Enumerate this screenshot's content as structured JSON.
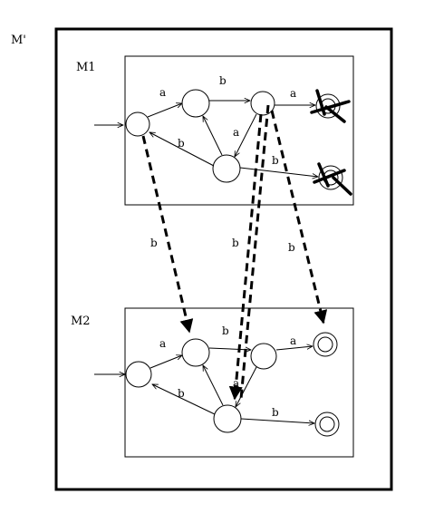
{
  "outer_label": "M'",
  "machine1": {
    "label": "M1",
    "edge_labels": [
      "a",
      "b",
      "a",
      "a",
      "b",
      "b"
    ]
  },
  "machine2": {
    "label": "M2",
    "edge_labels": [
      "a",
      "b",
      "a",
      "a",
      "b",
      "b"
    ]
  },
  "cross_labels": [
    "b",
    "b",
    "b"
  ],
  "colors": {
    "stroke": "#000000",
    "background": "#ffffff"
  }
}
